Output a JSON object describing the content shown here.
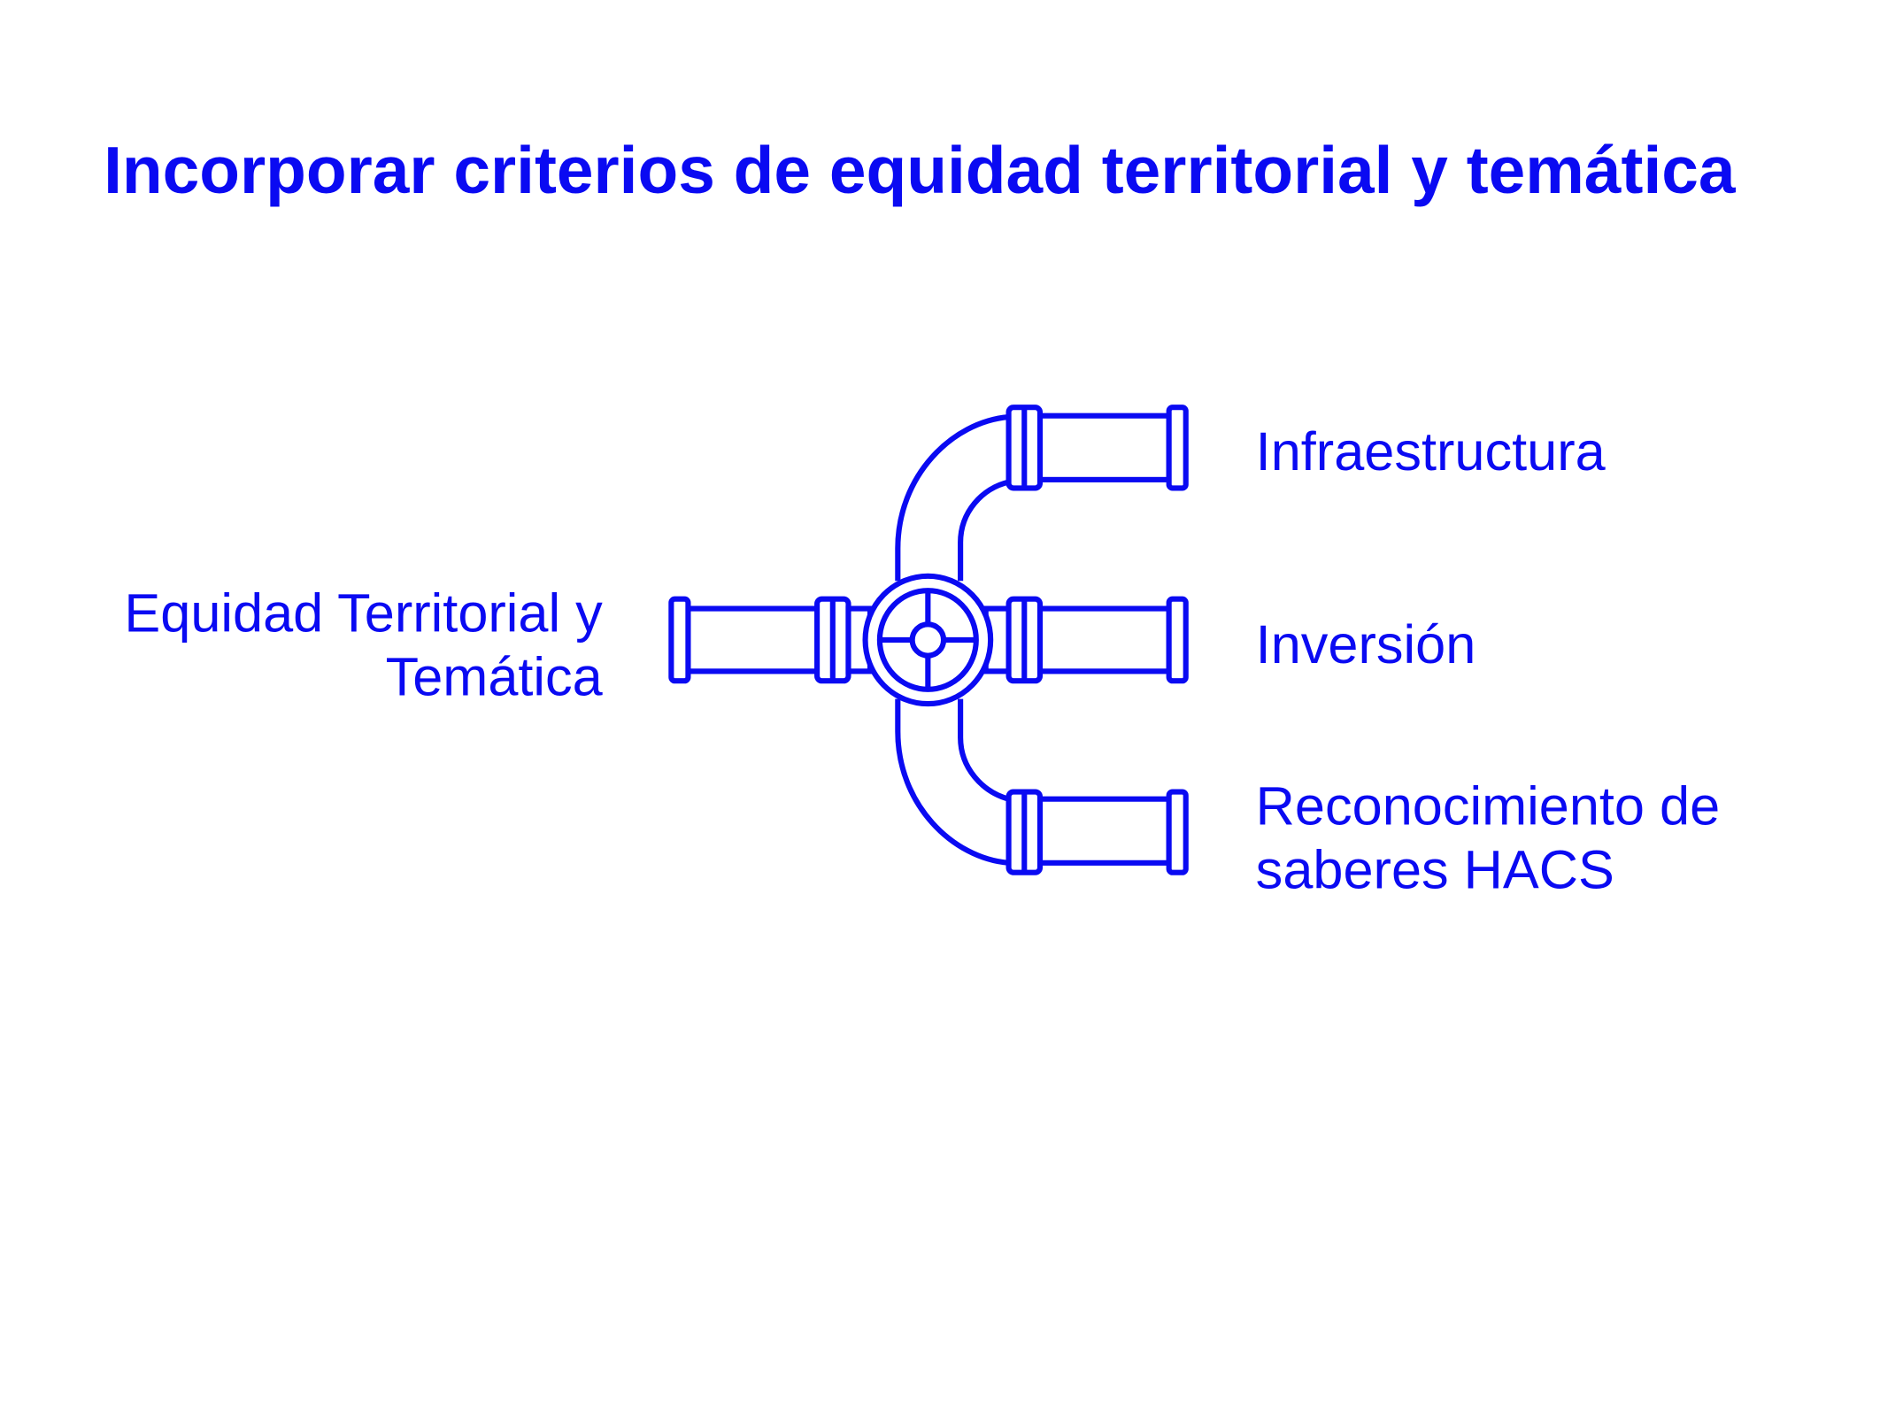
{
  "title": "Incorporar criterios de equidad territorial y temática",
  "input_label": "Equidad Territorial y Temática",
  "outputs": [
    {
      "label": "Infraestructura"
    },
    {
      "label": "Inversión"
    },
    {
      "label": "Reconocimiento de saberes HACS"
    }
  ],
  "colors": {
    "accent": "#0A0AF2"
  }
}
